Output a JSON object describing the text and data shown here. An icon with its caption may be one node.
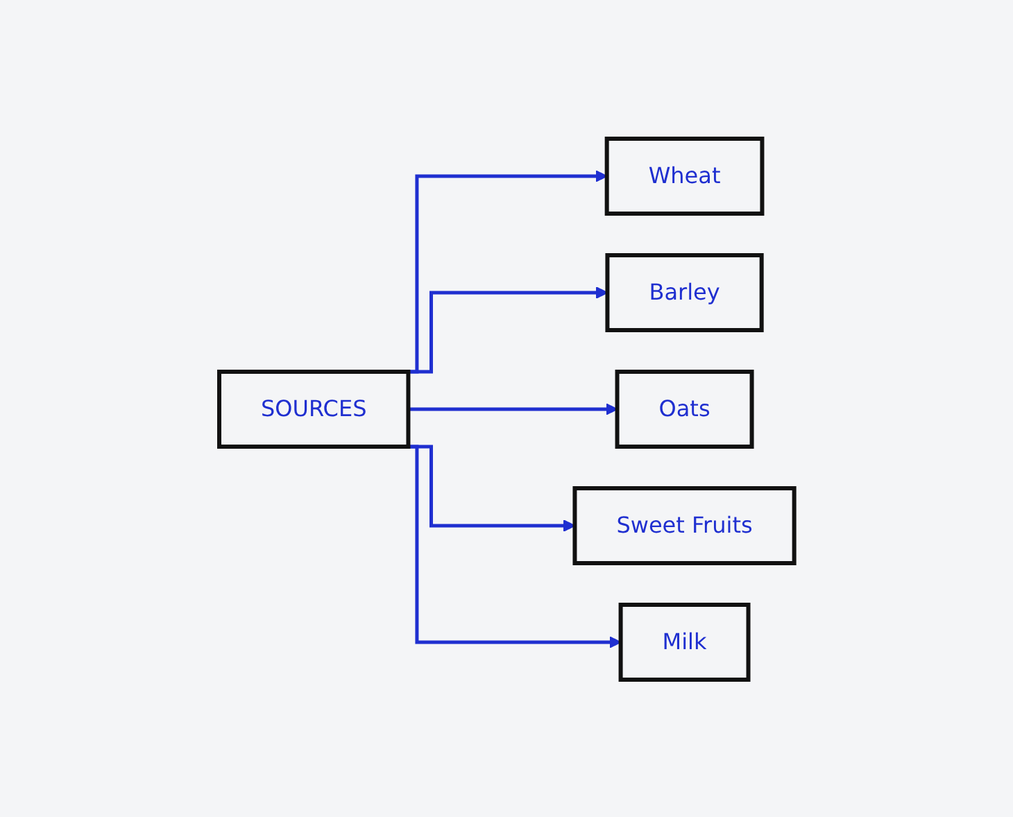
{
  "diagram": {
    "nodes": [
      {
        "text": [
          "SOURCES"
        ]
      },
      {
        "text": [
          "Wheat"
        ]
      },
      {
        "text": [
          "Barley"
        ]
      },
      {
        "text": [
          "Oats"
        ]
      },
      {
        "text": [
          "Sweet Fruits"
        ]
      },
      {
        "text": [
          "Milk"
        ]
      }
    ],
    "edges": [
      {
        "from": 0,
        "to": 1,
        "arrow": "to"
      },
      {
        "from": 0,
        "to": 2,
        "arrow": "to"
      },
      {
        "from": 0,
        "to": 3,
        "arrow": "to"
      },
      {
        "from": 0,
        "to": 4,
        "arrow": "to"
      },
      {
        "from": 0,
        "to": 5,
        "arrow": "to"
      }
    ]
  }
}
